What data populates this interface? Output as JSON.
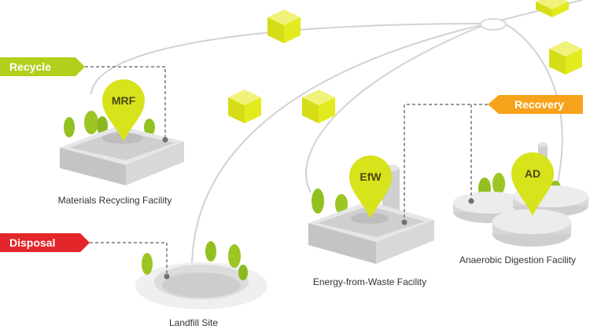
{
  "tags": {
    "recycle": "Recycle",
    "disposal": "Disposal",
    "recovery": "Recovery"
  },
  "pins": {
    "mrf": "MRF",
    "efw": "EfW",
    "ad": "AD"
  },
  "captions": {
    "mrf": "Materials Recycling Facility",
    "landfill": "Landfill Site",
    "efw": "Energy-from-Waste Facility",
    "ad": "Anaerobic Digestion Facility"
  },
  "colors": {
    "recycle": "#b2cf1c",
    "disposal": "#e3262a",
    "recovery": "#f7a21b",
    "pin": "#d7e31b",
    "cube": "#e1e91e"
  }
}
